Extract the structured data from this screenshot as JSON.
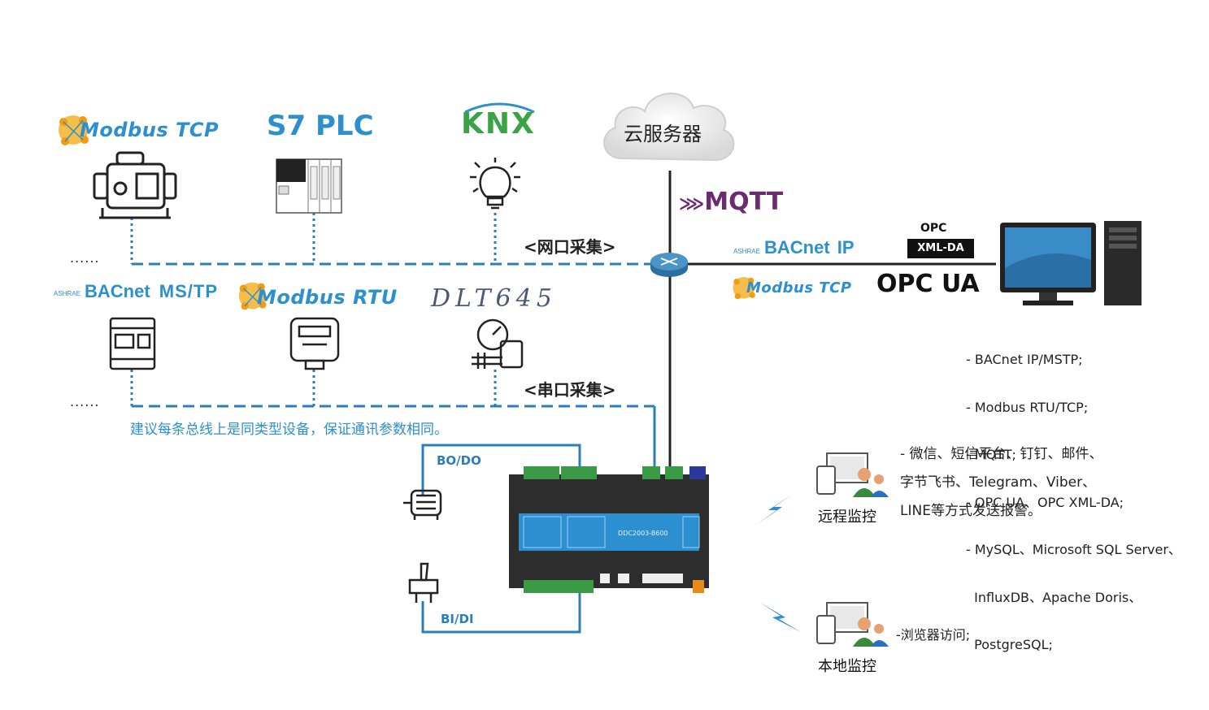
{
  "cloud": {
    "label": "云服务器"
  },
  "protocols_top": {
    "modbus_tcp": "Modbus TCP",
    "s7_plc": "S7 PLC",
    "knx": "KNX"
  },
  "protocols_bottom": {
    "bacnet": "BACnet",
    "bacnet_suffix": "MS/TP",
    "modbus_rtu": "Modbus RTU",
    "dlt645": "DLT645"
  },
  "ethernet_label": "<网口采集>",
  "serial_label": "<串口采集>",
  "ellipsis": "......",
  "bus_note": "建议每条总线上是同类型设备，保证通讯参数相同。",
  "mqtt": "MQTT",
  "right_protocols": {
    "bacnet_ip_prefix": "BACnet",
    "bacnet_ip_suffix": "IP",
    "modbus_tcp": "Modbus TCP",
    "opc_small": "OPC",
    "xml_da": "XML-DA",
    "opc_ua": "OPC UA"
  },
  "server_features": [
    "- BACnet IP/MSTP;",
    "- Modbus RTU/TCP;",
    "- MQTT;",
    "- OPC UA、OPC XML-DA;",
    "- MySQL、Microsoft SQL Server、",
    "  InfluxDB、Apache Doris、",
    "  PostgreSQL;"
  ],
  "io": {
    "bo_do": "BO/DO",
    "bi_di": "BI/DI"
  },
  "controller_model": "DDC2003-B600",
  "remote": {
    "label": "远程监控",
    "alarm_lines": [
      " - 微信、短信平台、钉钉、邮件、",
      "字节飞书、Telegram、Viber、",
      "LINE等方式发送报警。"
    ]
  },
  "local": {
    "label": "本地监控",
    "note": "-浏览器访问;"
  },
  "colors": {
    "bus_blue": "#2b7fb8",
    "logo_blue": "#2b8fd0",
    "mqtt_purple": "#6b2c6e",
    "knx_green": "#3aa345",
    "controller_panel": "#2b8fd0"
  }
}
